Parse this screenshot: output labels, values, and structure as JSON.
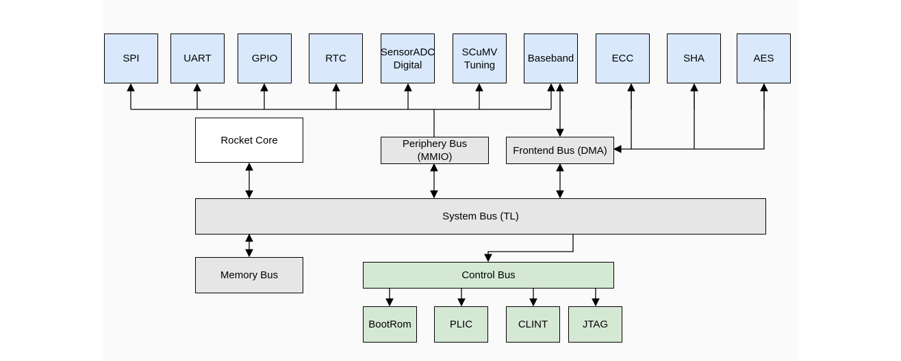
{
  "colors": {
    "peripheral_fill": "#dae8fc",
    "bus_fill": "#e6e6e6",
    "core_fill": "#ffffff",
    "control_fill": "#d5e8d4",
    "stroke": "#000000"
  },
  "peripherals": [
    {
      "label": "SPI"
    },
    {
      "label": "UART"
    },
    {
      "label": "GPIO"
    },
    {
      "label": "RTC"
    },
    {
      "label": "SensorADC\nDigital"
    },
    {
      "label": "SCuMV\nTuning"
    },
    {
      "label": "Baseband"
    },
    {
      "label": "ECC"
    },
    {
      "label": "SHA"
    },
    {
      "label": "AES"
    }
  ],
  "rocket_core": {
    "label": "Rocket Core"
  },
  "periphery_bus": {
    "label": "Periphery Bus\n(MMIO)"
  },
  "frontend_bus": {
    "label": "Frontend Bus (DMA)"
  },
  "system_bus": {
    "label": "System Bus (TL)"
  },
  "memory_bus": {
    "label": "Memory Bus"
  },
  "control_bus": {
    "label": "Control Bus"
  },
  "control_devices": [
    {
      "label": "BootRom"
    },
    {
      "label": "PLIC"
    },
    {
      "label": "CLINT"
    },
    {
      "label": "JTAG"
    }
  ]
}
